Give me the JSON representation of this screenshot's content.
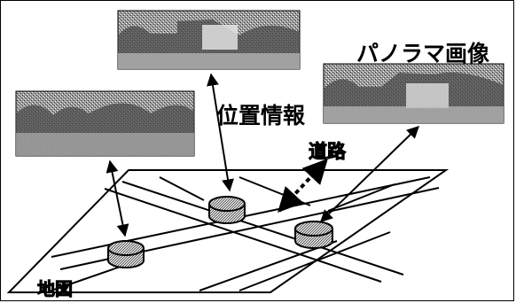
{
  "labels": {
    "panorama": "パノラマ画像",
    "position_info": "位置情報",
    "road": "道路",
    "map": "地図"
  },
  "colors": {
    "node_fill": "#c9c9c9",
    "line": "#000000",
    "photo_dark": "#4a4a4a",
    "photo_light": "#bdbdbd"
  }
}
